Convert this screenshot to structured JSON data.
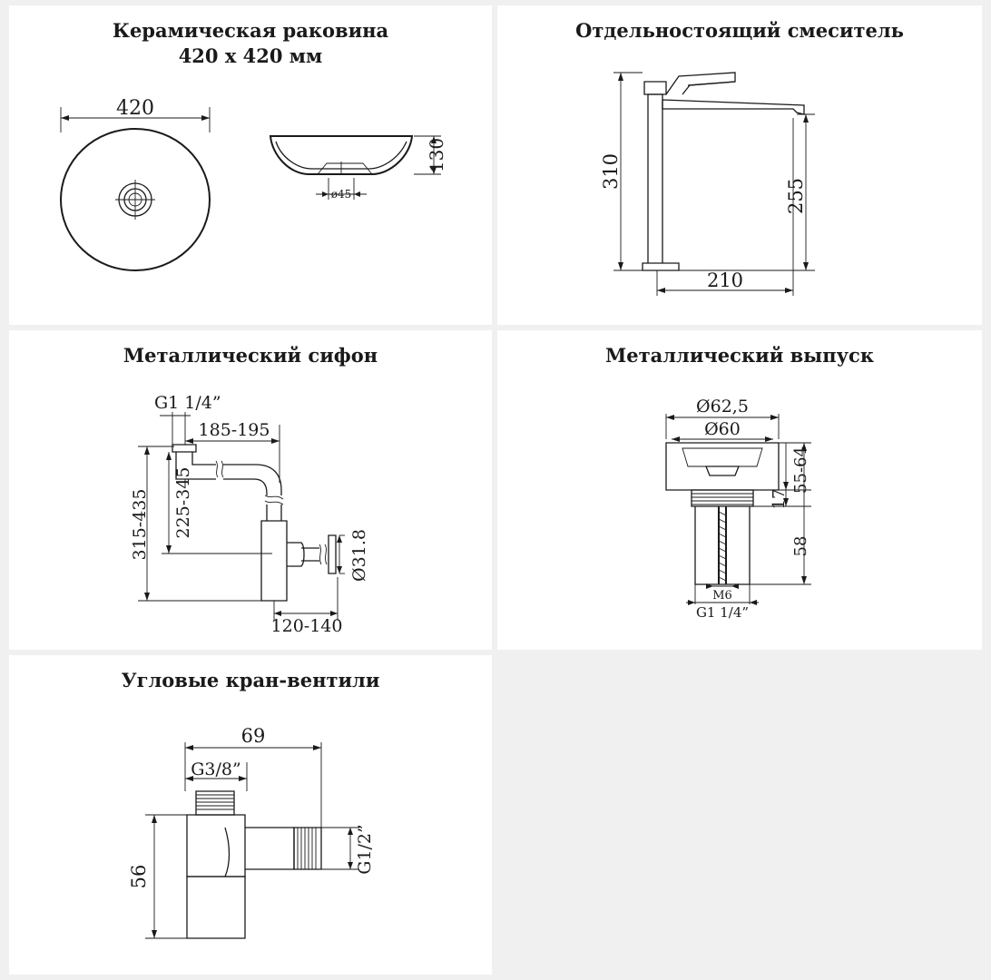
{
  "sink": {
    "title_line1": "Керамическая раковина",
    "title_line2": "420 x 420 мм",
    "dim_width": "420",
    "dim_height": "130",
    "dim_drain": "ø45"
  },
  "faucet": {
    "title": "Отдельностоящий смеситель",
    "dim_height": "310",
    "dim_spout_height": "255",
    "dim_reach": "210"
  },
  "siphon": {
    "title": "Металлический сифон",
    "dim_thread": "G1 1/4”",
    "dim_reach": "185-195",
    "dim_outer_height": "315-435",
    "dim_inner_height": "225-345",
    "dim_pipe": "Ø31.8",
    "dim_outlet": "120-140"
  },
  "drain": {
    "title": "Металлический выпуск",
    "dim_outer": "Ø62,5",
    "dim_inner": "Ø60",
    "dim_total": "55-64",
    "dim_collar": "17",
    "dim_thread_len": "58",
    "dim_bolt": "M6",
    "dim_thread": "G1 1/4”"
  },
  "valve": {
    "title": "Угловые кран-вентили",
    "dim_width": "69",
    "dim_inlet": "G3/8”",
    "dim_height": "56",
    "dim_outlet": "G1/2”"
  }
}
